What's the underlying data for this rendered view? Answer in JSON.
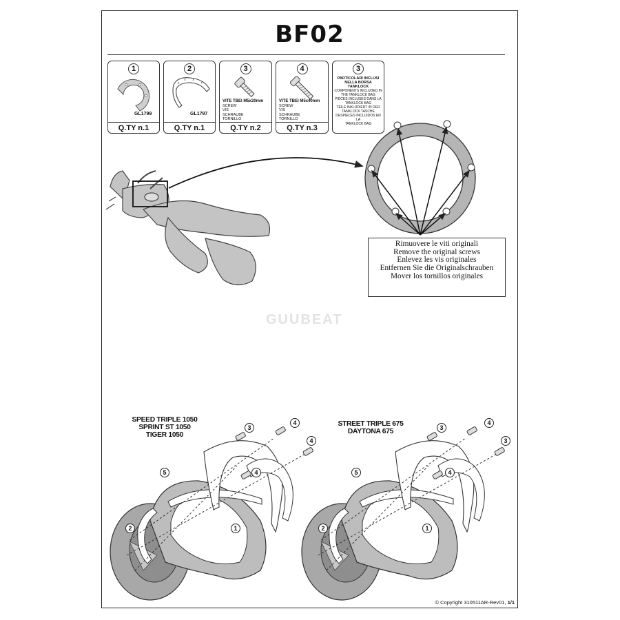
{
  "title": "BF02",
  "components": [
    {
      "number": "1",
      "code": "GL1799",
      "quantity": "Q.TY n.1",
      "icon": "tank-ring-icon"
    },
    {
      "number": "2",
      "code": "GL1797",
      "quantity": "Q.TY n.1",
      "icon": "tank-ring-half-icon"
    },
    {
      "number": "3",
      "name": "VITE TBEI M5x20mm",
      "translations": [
        "SCREW",
        "VIS",
        "SCHRAUBE",
        "TORNILLO"
      ],
      "quantity": "Q.TY n.2",
      "icon": "screw-icon"
    },
    {
      "number": "4",
      "name": "VITE TBEI M5x40mm",
      "translations": [
        "SCREW",
        "VIS",
        "SCHRAUBE",
        "TORNILLO"
      ],
      "quantity": "Q.TY n.3",
      "icon": "screw-icon"
    },
    {
      "number": "3",
      "heading": [
        "PARTICOLARI INCLUSI",
        "NELLA BORSA TANKLOCK"
      ],
      "lines": [
        "COMPONENTS INCLUDED IN",
        "THE TANKLOCK BAG",
        "PIÈCES INCLUSES DANS LA",
        "TANKLOCK BAG",
        "TEILE INKLUDIERT IN DER",
        "TANKLOCK TASCHE",
        "DESPIECES INCLUIDOS EN LA",
        "TANKLOCK BAG"
      ]
    }
  ],
  "instructions": [
    "Rimuovere le viti originali",
    "Remove the original screws",
    "Enlevez  les vis originales",
    "Entfernen Sie die Originalschrauben",
    "Mover los tornillos originales"
  ],
  "watermark": "GUUBEAT",
  "models_left": [
    "SPEED TRIPLE 1050",
    "SPRINT ST 1050",
    "TIGER 1050"
  ],
  "models_right": [
    "STREET TRIPLE 675",
    "DAYTONA 675"
  ],
  "callouts": {
    "one": "1",
    "two": "2",
    "three": "3",
    "four": "4",
    "five": "5"
  },
  "copyright": "© Copyright 310511AR-Rev01, ",
  "page": "1/1",
  "colors": {
    "ink": "#222222",
    "gray_fill": "#b5b5b5",
    "light_fill": "#e6e6e6"
  }
}
